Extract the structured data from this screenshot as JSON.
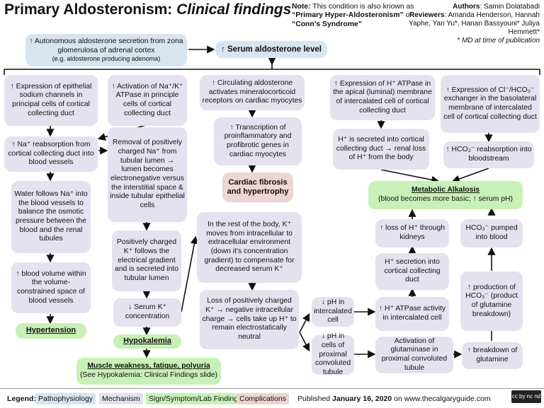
{
  "header": {
    "title_main": "Primary Aldosteronism: ",
    "title_italic": "Clinical findings",
    "note_label": "Note:",
    "note_text": " This condition is also known as ",
    "note_name1": "“Primary Hyper-Aldosteronism”",
    "note_or": " or ",
    "note_name2": "“Conn’s Syndrome”",
    "authors_label": "Authors",
    "authors": ": Samin Dolatabadi",
    "reviewers_label": "Reviewers",
    "reviewers": ": Amanda Henderson, Hannah Yaphe, Yan Yu*, Hanan Bassyouni* Juliya Hemmett*",
    "md_note": "* MD at time of publication"
  },
  "boxes": {
    "b_auto": "↑ Autonomous aldosterone secretion from zona glomerulosa of adrenal cortex",
    "b_auto_sub": "(e.g. aldosterone producing adenoma)",
    "b_serum": "↑ Serum aldosterone level",
    "b_enac": "↑ Expression of epithelial sodium channels in principal cells of cortical collecting duct",
    "b_nak": "↑ Activation of Na⁺/K⁺ ATPase in principle cells of cortical collecting duct",
    "b_mr": "↑ Circulating aldosterone activates mineralocorticoid receptors on cardiac myocytes",
    "b_hatp_exp": "↑ Expression of H⁺ ATPase in the apical (luminal) membrane of intercalated cell of cortical collecting duct",
    "b_clhco3": "↑ Expression of Cl⁻/HCO₃⁻ exchanger in the basolateral membrane of intercalated cell of cortical collecting duct",
    "b_na_reabs": "↑ Na⁺ reabsorption from cortical collecting duct into blood vessels",
    "b_remove_pos": "Removal of positively charged Na⁺ from tubular lumen → lumen becomes electronegative versus the interstitial space & inside tubular epithelial cells",
    "b_transcription": "↑ Transcription of proinflammatory and profibrotic genes in cardiac myocytes",
    "b_h_secreted": "H⁺ is secreted into cortical collecting duct → renal loss of H⁺ from the body",
    "b_hco3_reabs": "↑ HCO₃⁻ reabsorption into bloodstream",
    "b_water": "Water follows Na⁺ into the blood vessels to balance the osmotic pressure between the blood and the renal tubules",
    "b_fibrosis": "Cardiac fibrosis and hypertrophy",
    "b_alkalosis": "Metabolic Alkalosis",
    "b_alkalosis_sub": "(blood becomes more basic; ↑ serum pH)",
    "b_k_follows": "Positively charged K⁺ follows the electrical gradient and is secreted into tubular lumen",
    "b_k_shift": "In the rest of the body, K⁺ moves from intracellular to extracellular environment (down it's concentration gradient) to compensate for decreased serum K⁺",
    "b_loss_h": "↑ loss of H⁺ through kidneys",
    "b_hco3_pumped": "HCO₃⁻ pumped into blood",
    "b_blood_vol": "↑ blood volume within the volume-constrained space of blood vessels",
    "b_h_secretion": "H⁺ secretion into cortical collecting duct",
    "b_prod_hco3": "↑ production of HCO₃⁻ (product of glutamine breakdown)",
    "b_serum_k": "↓ Serum K⁺ concentration",
    "b_loss_pos": "Loss of positively charged K⁺ → negative intracellular charge → cells take up H⁺ to remain electrostatically neutral",
    "b_ph_intercalated": "↓ pH in intercalated cell",
    "b_hatp_act": "↑ H⁺ ATPase activity in intercalated cell",
    "b_hypertension": "Hypertension",
    "b_hypokalemia": "Hypokalemia",
    "b_ph_proximal": "↓ pH in cells of proximal convoluted tubule",
    "b_glutaminase": "Activation of glutaminase in proximal convoluted tubule",
    "b_breakdown": "↑ breakdown of glutamine",
    "b_muscle": "Muscle weakness, fatigue, polyuria",
    "b_muscle_sub": "(See Hypokalemia: Clinical Findings slide)"
  },
  "legend": {
    "label": "Legend:",
    "items": [
      "Pathophysiology",
      "Mechanism",
      "Sign/Symptom/Lab Finding",
      "Complications"
    ],
    "published_prefix": "Published ",
    "published_date": "January 16, 2020",
    "published_suffix": " on www.thecalgaryguide.com",
    "license": "cc by nc nd"
  },
  "colors": {
    "pathophysiology": "#d6e5ef",
    "mechanism": "#e4e2ee",
    "sign": "#c9f0b7",
    "complications": "#ecd5d3"
  }
}
